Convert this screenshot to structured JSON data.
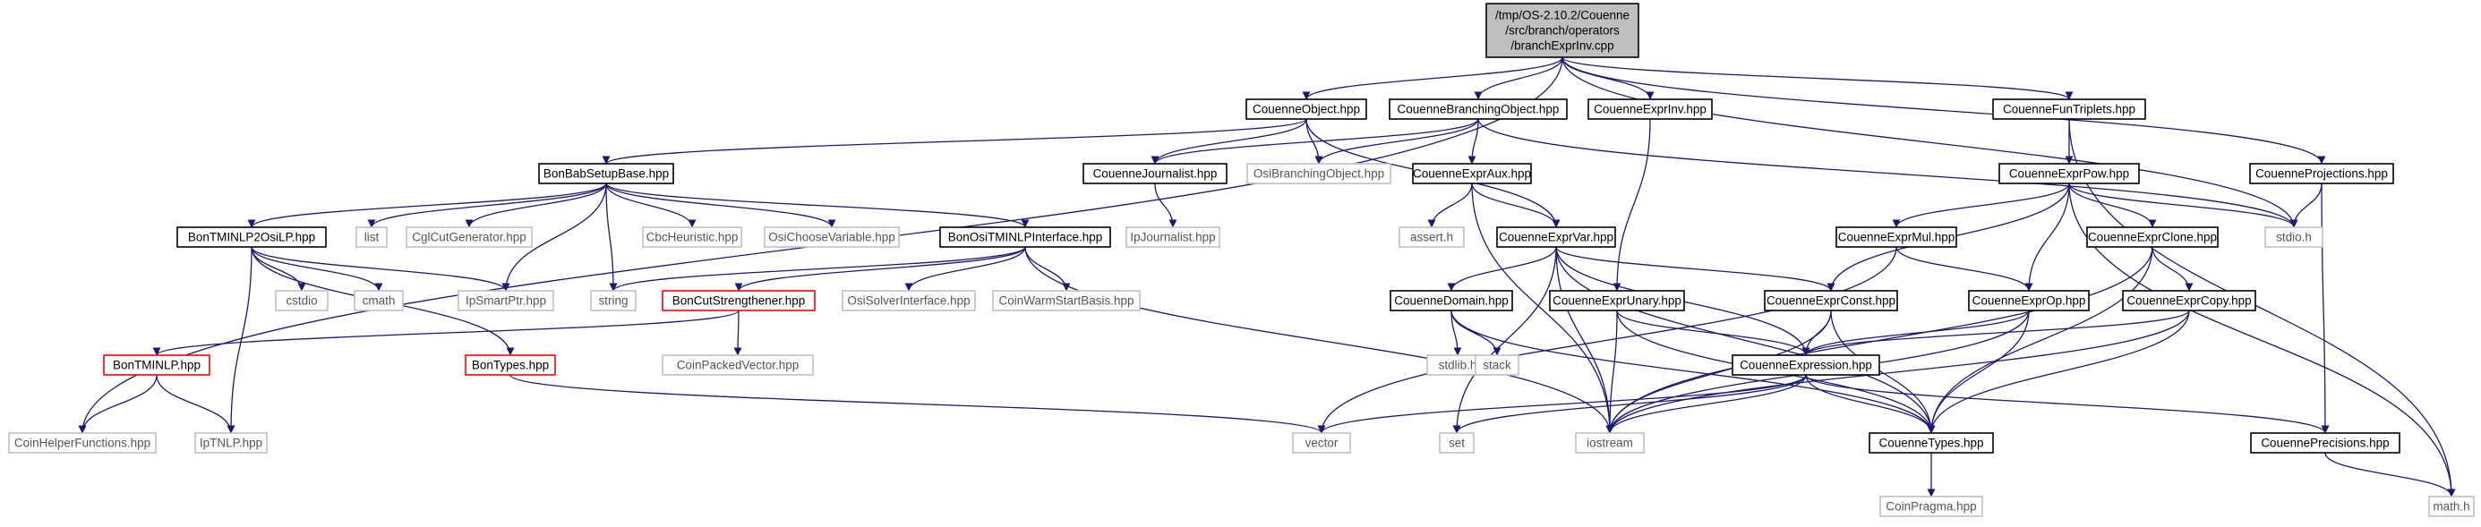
{
  "colors": {
    "edge": "#191970",
    "root_fill": "#bfbfbf",
    "node_fill": "#ffffff",
    "border_documented": "#000000",
    "border_external": "#bfbfbf",
    "border_incomplete": "#ff0000",
    "text_main": "#000000",
    "text_external": "#555555"
  },
  "nodes": {
    "root": {
      "lines": [
        "/tmp/OS-2.10.2/Couenne",
        "/src/branch/operators",
        "/branchExprInv.cpp"
      ],
      "kind": "root"
    },
    "CouenneObject": {
      "lines": [
        "CouenneObject.hpp"
      ],
      "kind": "doc"
    },
    "CouenneBranchingObject": {
      "lines": [
        "CouenneBranchingObject.hpp"
      ],
      "kind": "doc"
    },
    "CouenneExprInv": {
      "lines": [
        "CouenneExprInv.hpp"
      ],
      "kind": "doc"
    },
    "CouenneFunTriplets": {
      "lines": [
        "CouenneFunTriplets.hpp"
      ],
      "kind": "doc"
    },
    "CoinHelperFunctions": {
      "lines": [
        "CoinHelperFunctions.hpp"
      ],
      "kind": "ext"
    },
    "BonBabSetupBase": {
      "lines": [
        "BonBabSetupBase.hpp"
      ],
      "kind": "doc"
    },
    "CouenneJournalist": {
      "lines": [
        "CouenneJournalist.hpp"
      ],
      "kind": "doc"
    },
    "OsiBranchingObject": {
      "lines": [
        "OsiBranchingObject.hpp"
      ],
      "kind": "ext"
    },
    "CouenneExprAux": {
      "lines": [
        "CouenneExprAux.hpp"
      ],
      "kind": "doc"
    },
    "CouenneExprPow": {
      "lines": [
        "CouenneExprPow.hpp"
      ],
      "kind": "doc"
    },
    "CouenneProjections": {
      "lines": [
        "CouenneProjections.hpp"
      ],
      "kind": "doc"
    },
    "BonTMINLP2OsiLP": {
      "lines": [
        "BonTMINLP2OsiLP.hpp"
      ],
      "kind": "doc"
    },
    "list": {
      "lines": [
        "list"
      ],
      "kind": "ext"
    },
    "CglCutGenerator": {
      "lines": [
        "CglCutGenerator.hpp"
      ],
      "kind": "ext"
    },
    "CbcHeuristic": {
      "lines": [
        "CbcHeuristic.hpp"
      ],
      "kind": "ext"
    },
    "OsiChooseVariable": {
      "lines": [
        "OsiChooseVariable.hpp"
      ],
      "kind": "ext"
    },
    "BonOsiTMINLPInterface": {
      "lines": [
        "BonOsiTMINLPInterface.hpp"
      ],
      "kind": "doc"
    },
    "IpJournalist": {
      "lines": [
        "IpJournalist.hpp"
      ],
      "kind": "ext"
    },
    "asserth": {
      "lines": [
        "assert.h"
      ],
      "kind": "ext"
    },
    "CouenneExprVar": {
      "lines": [
        "CouenneExprVar.hpp"
      ],
      "kind": "doc"
    },
    "CouenneExprMul": {
      "lines": [
        "CouenneExprMul.hpp"
      ],
      "kind": "doc"
    },
    "CouenneExprClone": {
      "lines": [
        "CouenneExprClone.hpp"
      ],
      "kind": "doc"
    },
    "stdioh": {
      "lines": [
        "stdio.h"
      ],
      "kind": "ext"
    },
    "cstdio": {
      "lines": [
        "cstdio"
      ],
      "kind": "ext"
    },
    "cmath": {
      "lines": [
        "cmath"
      ],
      "kind": "ext"
    },
    "IpSmartPtr": {
      "lines": [
        "IpSmartPtr.hpp"
      ],
      "kind": "ext"
    },
    "string": {
      "lines": [
        "string"
      ],
      "kind": "ext"
    },
    "BonCutStrengthener": {
      "lines": [
        "BonCutStrengthener.hpp"
      ],
      "kind": "inc"
    },
    "OsiSolverInterface": {
      "lines": [
        "OsiSolverInterface.hpp"
      ],
      "kind": "ext"
    },
    "CoinWarmStartBasis": {
      "lines": [
        "CoinWarmStartBasis.hpp"
      ],
      "kind": "ext"
    },
    "CouenneDomain": {
      "lines": [
        "CouenneDomain.hpp"
      ],
      "kind": "doc"
    },
    "CouenneExprUnary": {
      "lines": [
        "CouenneExprUnary.hpp"
      ],
      "kind": "doc"
    },
    "CouenneExprConst": {
      "lines": [
        "CouenneExprConst.hpp"
      ],
      "kind": "doc"
    },
    "CouenneExprOp": {
      "lines": [
        "CouenneExprOp.hpp"
      ],
      "kind": "doc"
    },
    "CouenneExprCopy": {
      "lines": [
        "CouenneExprCopy.hpp"
      ],
      "kind": "doc"
    },
    "BonTMINLP": {
      "lines": [
        "BonTMINLP.hpp"
      ],
      "kind": "inc"
    },
    "BonTypes": {
      "lines": [
        "BonTypes.hpp"
      ],
      "kind": "inc"
    },
    "CoinPackedVector": {
      "lines": [
        "CoinPackedVector.hpp"
      ],
      "kind": "ext"
    },
    "stdlibh": {
      "lines": [
        "stdlib.h"
      ],
      "kind": "ext"
    },
    "stack": {
      "lines": [
        "stack"
      ],
      "kind": "ext"
    },
    "CouenneExpression": {
      "lines": [
        "CouenneExpression.hpp"
      ],
      "kind": "doc"
    },
    "IpTNLP": {
      "lines": [
        "IpTNLP.hpp"
      ],
      "kind": "ext"
    },
    "vector": {
      "lines": [
        "vector"
      ],
      "kind": "ext"
    },
    "set": {
      "lines": [
        "set"
      ],
      "kind": "ext"
    },
    "iostream": {
      "lines": [
        "iostream"
      ],
      "kind": "ext"
    },
    "CouenneTypes": {
      "lines": [
        "CouenneTypes.hpp"
      ],
      "kind": "doc"
    },
    "CouennePrecisions": {
      "lines": [
        "CouennePrecisions.hpp"
      ],
      "kind": "doc"
    },
    "CoinPragma": {
      "lines": [
        "CoinPragma.hpp"
      ],
      "kind": "ext"
    },
    "mathh": {
      "lines": [
        "math.h"
      ],
      "kind": "ext"
    }
  },
  "edges": [
    [
      "root",
      "CouenneObject"
    ],
    [
      "root",
      "CouenneBranchingObject"
    ],
    [
      "root",
      "CouenneExprInv"
    ],
    [
      "root",
      "CouenneFunTriplets"
    ],
    [
      "root",
      "CoinHelperFunctions"
    ],
    [
      "root",
      "CouenneProjections"
    ],
    [
      "root",
      "stdioh"
    ],
    [
      "CouenneObject",
      "BonBabSetupBase"
    ],
    [
      "CouenneObject",
      "CouenneJournalist"
    ],
    [
      "CouenneObject",
      "OsiBranchingObject"
    ],
    [
      "CouenneObject",
      "CouenneExprVar"
    ],
    [
      "CouenneBranchingObject",
      "CouenneJournalist"
    ],
    [
      "CouenneBranchingObject",
      "OsiBranchingObject"
    ],
    [
      "CouenneBranchingObject",
      "CouenneExprAux"
    ],
    [
      "CouenneBranchingObject",
      "stdioh"
    ],
    [
      "CouenneExprInv",
      "CouenneExprUnary"
    ],
    [
      "CouenneFunTriplets",
      "CouenneExprPow"
    ],
    [
      "CouenneFunTriplets",
      "mathh"
    ],
    [
      "BonBabSetupBase",
      "BonTMINLP2OsiLP"
    ],
    [
      "BonBabSetupBase",
      "list"
    ],
    [
      "BonBabSetupBase",
      "CglCutGenerator"
    ],
    [
      "BonBabSetupBase",
      "CbcHeuristic"
    ],
    [
      "BonBabSetupBase",
      "OsiChooseVariable"
    ],
    [
      "BonBabSetupBase",
      "BonOsiTMINLPInterface"
    ],
    [
      "BonBabSetupBase",
      "IpSmartPtr"
    ],
    [
      "BonBabSetupBase",
      "string"
    ],
    [
      "CouenneJournalist",
      "IpJournalist"
    ],
    [
      "CouenneExprAux",
      "asserth"
    ],
    [
      "CouenneExprAux",
      "CouenneExprVar"
    ],
    [
      "CouenneExprAux",
      "iostream"
    ],
    [
      "CouenneExprPow",
      "CouenneExprMul"
    ],
    [
      "CouenneExprPow",
      "CouenneExprClone"
    ],
    [
      "CouenneExprPow",
      "CouenneExprOp"
    ],
    [
      "CouenneExprPow",
      "CouenneExprConst"
    ],
    [
      "CouenneExprPow",
      "stdioh"
    ],
    [
      "CouenneExprPow",
      "mathh"
    ],
    [
      "CouenneProjections",
      "CouennePrecisions"
    ],
    [
      "CouenneProjections",
      "stdioh"
    ],
    [
      "BonTMINLP2OsiLP",
      "cstdio"
    ],
    [
      "BonTMINLP2OsiLP",
      "cmath"
    ],
    [
      "BonTMINLP2OsiLP",
      "IpSmartPtr"
    ],
    [
      "BonTMINLP2OsiLP",
      "BonTypes"
    ],
    [
      "BonTMINLP2OsiLP",
      "IpTNLP"
    ],
    [
      "BonOsiTMINLPInterface",
      "string"
    ],
    [
      "BonOsiTMINLPInterface",
      "BonCutStrengthener"
    ],
    [
      "BonOsiTMINLPInterface",
      "OsiSolverInterface"
    ],
    [
      "BonOsiTMINLPInterface",
      "CoinWarmStartBasis"
    ],
    [
      "BonOsiTMINLPInterface",
      "iostream"
    ],
    [
      "BonCutStrengthener",
      "BonTMINLP"
    ],
    [
      "BonCutStrengthener",
      "CoinPackedVector"
    ],
    [
      "BonTMINLP",
      "CoinHelperFunctions"
    ],
    [
      "BonTMINLP",
      "IpTNLP"
    ],
    [
      "BonTypes",
      "vector"
    ],
    [
      "CouenneExprVar",
      "CouenneDomain"
    ],
    [
      "CouenneExprVar",
      "CouenneExprConst"
    ],
    [
      "CouenneExprVar",
      "CouenneExpression"
    ],
    [
      "CouenneExprVar",
      "CouenneTypes"
    ],
    [
      "CouenneExprVar",
      "iostream"
    ],
    [
      "CouenneExprVar",
      "set"
    ],
    [
      "CouenneExprMul",
      "CouenneExprOp"
    ],
    [
      "CouenneExprMul",
      "vector"
    ],
    [
      "CouenneExprClone",
      "CouenneExprCopy"
    ],
    [
      "CouenneExprClone",
      "CouenneTypes"
    ],
    [
      "CouenneExprClone",
      "iostream"
    ],
    [
      "CouenneDomain",
      "stdlibh"
    ],
    [
      "CouenneDomain",
      "stack"
    ],
    [
      "CouenneDomain",
      "CouenneTypes"
    ],
    [
      "CouenneExprUnary",
      "CouenneExpression"
    ],
    [
      "CouenneExprUnary",
      "iostream"
    ],
    [
      "CouenneExprUnary",
      "CouenneTypes"
    ],
    [
      "CouenneExprConst",
      "CouenneExpression"
    ],
    [
      "CouenneExprConst",
      "CouenneTypes"
    ],
    [
      "CouenneExprConst",
      "iostream"
    ],
    [
      "CouenneExprOp",
      "CouenneExpression"
    ],
    [
      "CouenneExprOp",
      "CouenneTypes"
    ],
    [
      "CouenneExprOp",
      "iostream"
    ],
    [
      "CouenneExprCopy",
      "CouenneExpression"
    ],
    [
      "CouenneExprCopy",
      "CouenneTypes"
    ],
    [
      "CouenneExprCopy",
      "iostream"
    ],
    [
      "CouenneExpression",
      "set"
    ],
    [
      "CouenneExpression",
      "iostream"
    ],
    [
      "CouenneExpression",
      "CouenneTypes"
    ],
    [
      "CouenneExpression",
      "CouennePrecisions"
    ],
    [
      "CouenneExpression",
      "vector"
    ],
    [
      "CouenneTypes",
      "CoinPragma"
    ],
    [
      "CouennePrecisions",
      "mathh"
    ]
  ]
}
